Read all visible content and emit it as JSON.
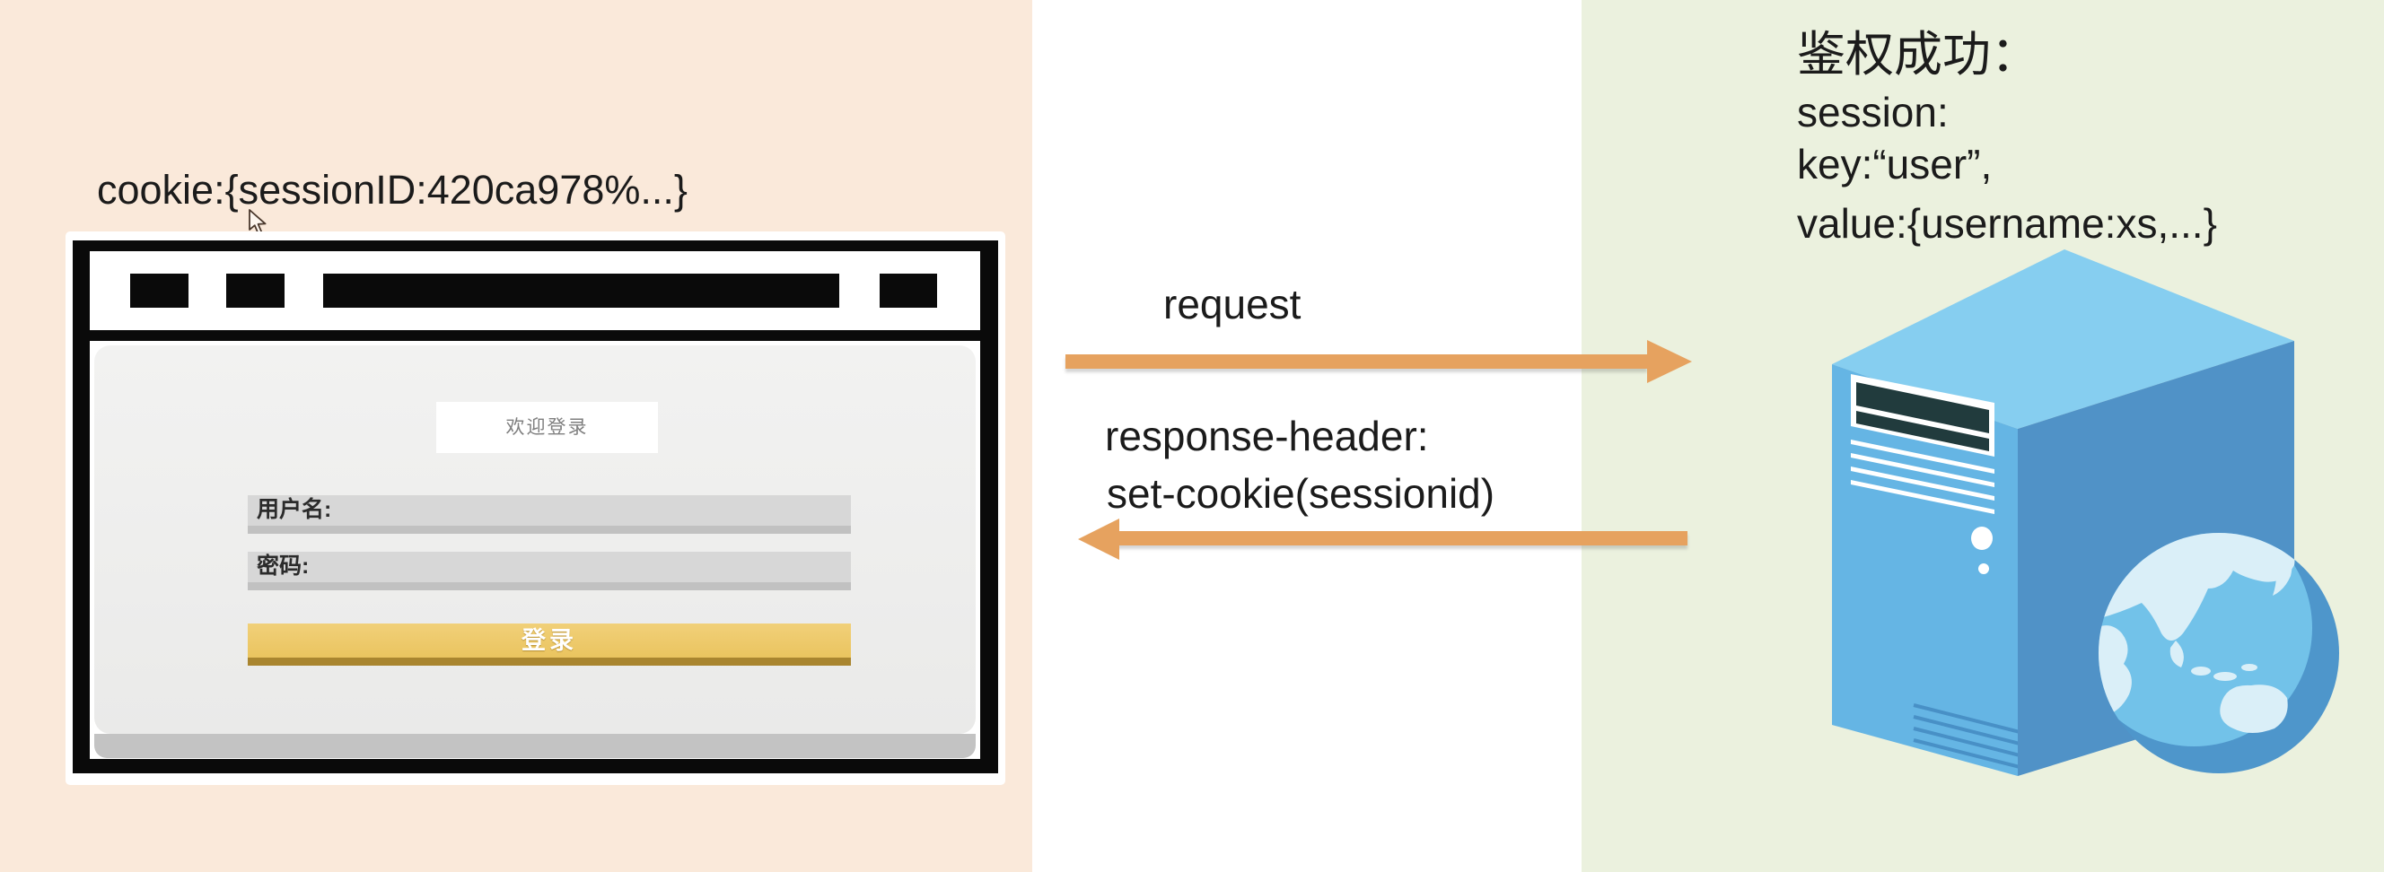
{
  "colors": {
    "left_background": "#FAE9DA",
    "middle_background": "#FFFFFF",
    "right_background": "#EBF1DE",
    "arrow_orange": "#E6A25F",
    "text_dark": "#1B1B1B",
    "browser_frame_black": "#0A0A0A",
    "panel_gray": "#EDEDED",
    "panel_shadow_gray": "#C3C3C3",
    "input_gray": "#D7D7D7",
    "button_gold": "#ECC765",
    "button_gold_dark": "#A9852F",
    "server_front_blue": "#65B5E4",
    "server_side_blue": "#5092C7",
    "server_top_blue": "#86CEF0",
    "server_bay_dark": "#213B3D",
    "globe_blue": "#72C2E9",
    "globe_shadow_blue": "#4E96CB",
    "globe_land": "#DAEFF8"
  },
  "left": {
    "cookie_label": "cookie:{sessionID:420ca978%...}",
    "browser": {
      "welcome": "欢迎登录",
      "username_label": "用户名:",
      "password_label": "密码:",
      "login_button": "登录"
    }
  },
  "flow": {
    "request_label": "request",
    "response_label_line1": "response-header:",
    "response_label_line2": "set-cookie(sessionid)"
  },
  "server": {
    "auth_title": "鉴权成功：",
    "session_line": "session:",
    "key_line": "key:“user”,",
    "value_line": "value:{username:xs,...}"
  },
  "icons": {
    "cursor": "cursor-arrow-icon",
    "request_arrow": "arrow-right-icon",
    "response_arrow": "arrow-left-icon",
    "server": "server-tower-icon",
    "globe": "globe-icon"
  }
}
